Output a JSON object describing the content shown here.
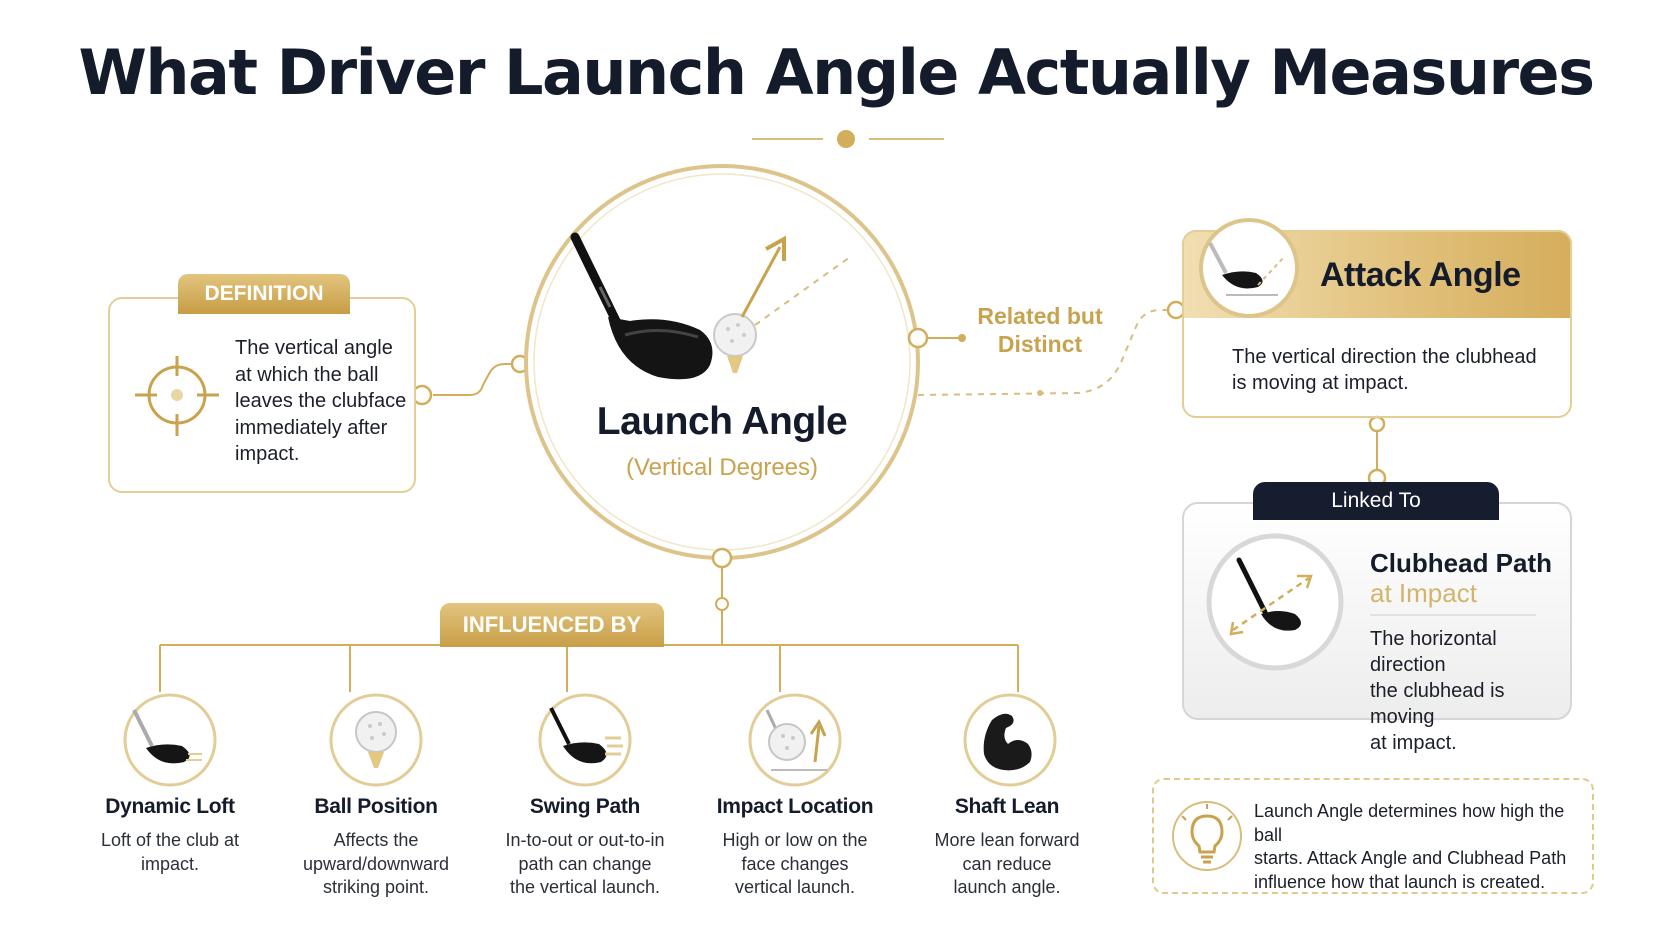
{
  "title": "What Driver Launch Angle Actually Measures",
  "definition": {
    "label": "DEFINITION",
    "lines": [
      "The vertical angle",
      "at which the ball",
      "leaves the clubface",
      "immediately after",
      "impact."
    ],
    "icon": "crosshair-icon"
  },
  "center": {
    "title": "Launch Angle",
    "subtitle": "(Vertical Degrees)",
    "icon": "driver-launch-icon"
  },
  "related": {
    "lines": [
      "Related but",
      "Distinct"
    ]
  },
  "attack": {
    "title": "Attack Angle",
    "lines": [
      "The vertical direction the clubhead",
      "is moving at impact."
    ],
    "icon": "driver-head-icon"
  },
  "linked": {
    "label": "Linked To",
    "title_line1": "Clubhead Path",
    "title_line2": "at Impact",
    "lines": [
      "The horizontal direction",
      "the clubhead is moving",
      "at impact."
    ],
    "icon": "club-path-icon"
  },
  "influenced": {
    "label": "INFLUENCED BY",
    "factors": [
      {
        "title": "Dynamic Loft",
        "lines": [
          "Loft of the club at",
          "impact."
        ],
        "icon": "driver-head-icon"
      },
      {
        "title": "Ball Position",
        "lines": [
          "Affects the",
          "upward/downward",
          "striking point."
        ],
        "icon": "golf-ball-tee-icon"
      },
      {
        "title": "Swing Path",
        "lines": [
          "In-to-out or out-to-in",
          "path can change",
          "the vertical launch."
        ],
        "icon": "club-swing-icon"
      },
      {
        "title": "Impact Location",
        "lines": [
          "High or low on the",
          "face changes",
          "vertical launch."
        ],
        "icon": "ball-arrow-icon"
      },
      {
        "title": "Shaft Lean",
        "lines": [
          "More lean forward",
          "can reduce",
          "launch angle."
        ],
        "icon": "flexed-arm-icon"
      }
    ]
  },
  "tip": {
    "lines": [
      "Launch Angle determines how high the ball",
      "starts. Attack Angle and Clubhead Path",
      "influence how that launch is created."
    ],
    "icon": "lightbulb-icon"
  },
  "colors": {
    "gold": "#c9a24e",
    "gold_light": "#e3cf96",
    "navy": "#161d2e"
  }
}
